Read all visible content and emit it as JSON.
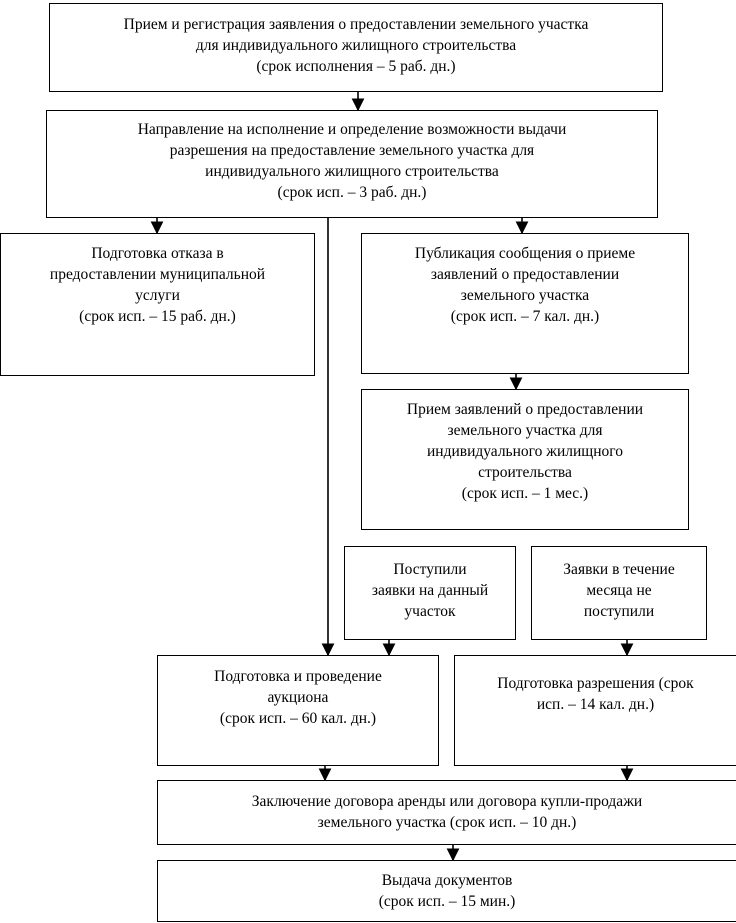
{
  "boxes": {
    "reception": {
      "lines": [
        "Прием и регистрация заявления о предоставлении земельного участка",
        "для индивидуального жилищного строительства",
        "(срок исполнения – 5 раб. дн.)"
      ]
    },
    "direction": {
      "lines": [
        "Направление на исполнение и определение возможности выдачи",
        "разрешения на предоставление земельного участка для",
        "индивидуального жилищного строительства",
        "(срок исп. – 3 раб. дн.)"
      ]
    },
    "refusal": {
      "lines": [
        "Подготовка отказа в",
        "предоставлении муниципальной",
        "услуги",
        "(срок исп. – 15 раб. дн.)"
      ]
    },
    "publication": {
      "lines": [
        "Публикация сообщения о приеме",
        "заявлений о предоставлении",
        "земельного участка",
        "(срок исп. – 7 кал. дн.)"
      ]
    },
    "applications": {
      "lines": [
        "Прием заявлений о предоставлении",
        "земельного участка для",
        "индивидуального жилищного",
        "строительства",
        "(срок исп. – 1 мес.)"
      ]
    },
    "received": {
      "lines": [
        "Поступили",
        "заявки на данный",
        "участок"
      ]
    },
    "not_received": {
      "lines": [
        "Заявки в течение",
        "месяца не",
        "поступили"
      ]
    },
    "auction": {
      "lines": [
        "Подготовка и проведение",
        "аукциона",
        "(срок исп. – 60 кал. дн.)"
      ]
    },
    "permission": {
      "lines": [
        "Подготовка разрешения (срок",
        "исп. – 14 кал. дн.)"
      ]
    },
    "contract": {
      "lines": [
        "Заключение договора аренды или договора купли-продажи",
        "земельного участка (срок исп. – 10 дн.)"
      ]
    },
    "issuance": {
      "lines": [
        "Выдача документов",
        "(срок исп. – 15 мин.)"
      ]
    }
  }
}
